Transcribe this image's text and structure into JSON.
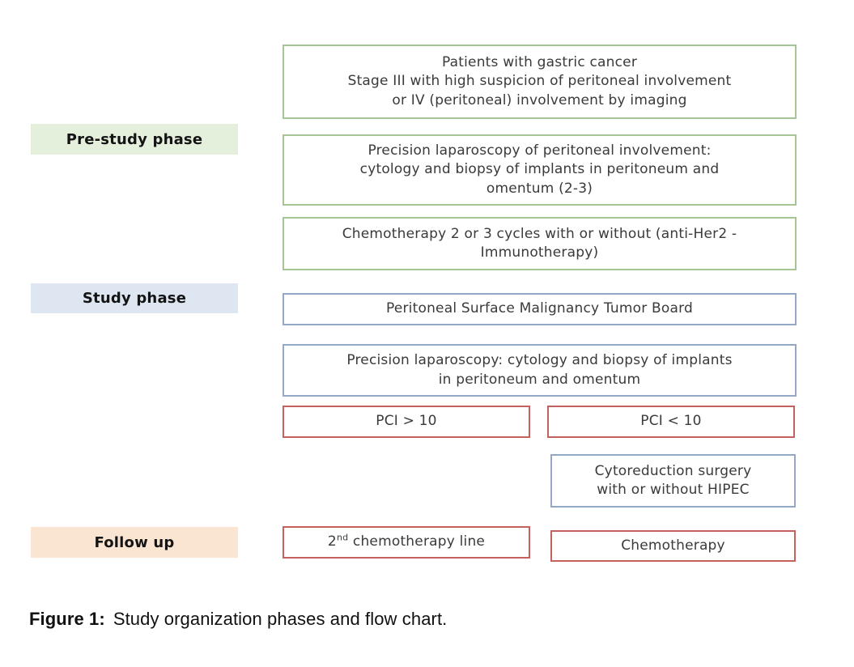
{
  "figure": {
    "caption_label": "Figure 1:",
    "caption_text": "Study organization phases and flow chart."
  },
  "colors": {
    "green_border": "#a5c694",
    "green_fill": "#e4efdc",
    "blue_border": "#93a7c7",
    "blue_fill": "#dde6f1",
    "red_border": "#c4615f",
    "peach_fill": "#fae5d3",
    "text": "#3a3a3a"
  },
  "phase_labels": {
    "prestudy": "Pre-study phase",
    "study": "Study phase",
    "followup": "Follow up"
  },
  "boxes": {
    "patients": "Patients with gastric cancer\nStage III with high suspicion of peritoneal involvement\nor IV (peritoneal) involvement by imaging",
    "laparoscopy1": "Precision laparoscopy of peritoneal involvement:\ncytology and biopsy of implants in peritoneum and\nomentum (2-3)",
    "chemo_cycles": "Chemotherapy 2 or 3 cycles with or without (anti-Her2 -\nImmunotherapy)",
    "tumor_board": "Peritoneal Surface Malignancy Tumor Board",
    "laparoscopy2": "Precision laparoscopy: cytology and biopsy of implants\nin peritoneum and omentum",
    "pci_gt": "PCI > 10",
    "pci_lt": "PCI < 10",
    "cytoreduction": "Cytoreduction surgery\nwith or without HIPEC",
    "second_chemo": {
      "prefix": "2",
      "sup": "nd",
      "rest": " chemotherapy line"
    },
    "chemotherapy": "Chemotherapy"
  }
}
